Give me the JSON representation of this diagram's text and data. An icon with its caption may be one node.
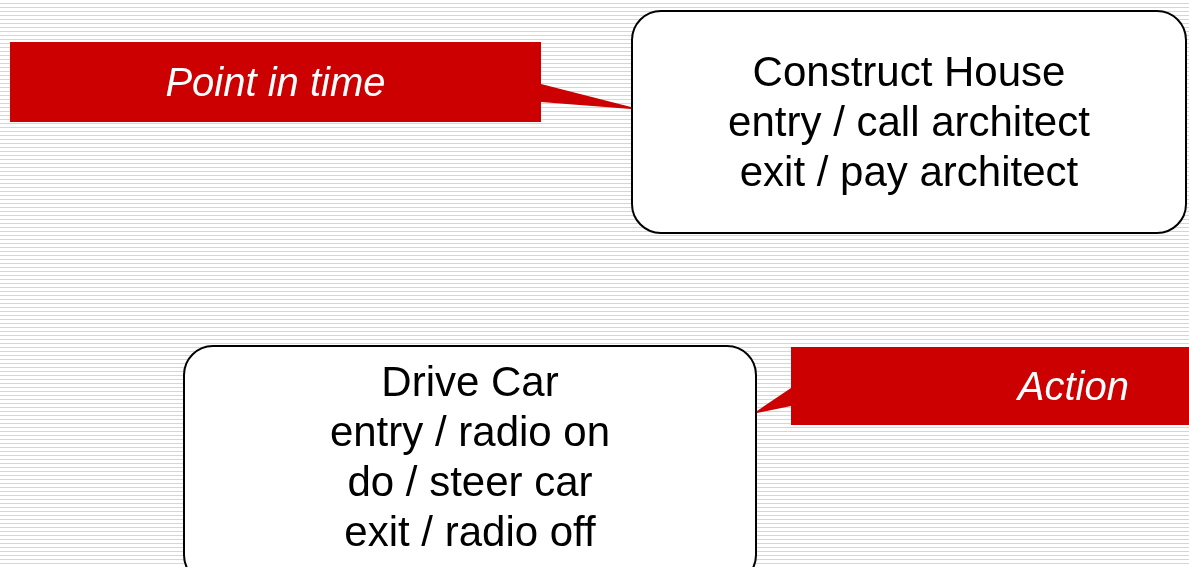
{
  "diagram": {
    "nodes": [
      {
        "text": [
          "Point in time"
        ]
      },
      {
        "text": [
          "Construct House",
          "entry / call architect",
          "exit / pay architect"
        ]
      },
      {
        "text": [
          "Drive Car",
          "entry / radio on",
          "do / steer car",
          "exit / radio off"
        ]
      },
      {
        "text": [
          "Action"
        ]
      }
    ],
    "edges": [
      {
        "from": 0,
        "to": 1,
        "arrow": "none"
      },
      {
        "from": 3,
        "to": 2,
        "arrow": "none"
      }
    ]
  }
}
